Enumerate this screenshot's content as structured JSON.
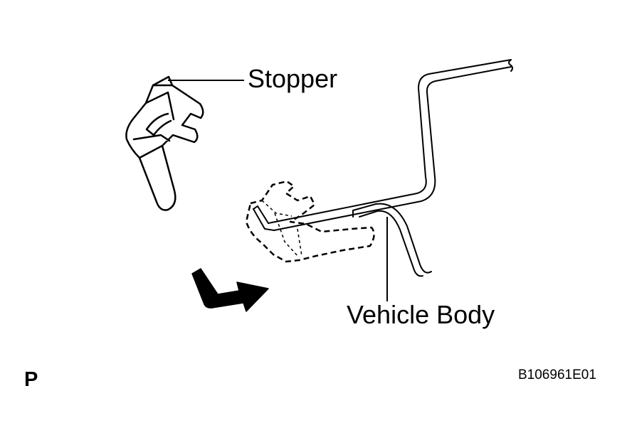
{
  "labels": {
    "stopper": "Stopper",
    "vehicle_body": "Vehicle Body",
    "view_letter": "P",
    "figure_code": "B106961E01"
  }
}
